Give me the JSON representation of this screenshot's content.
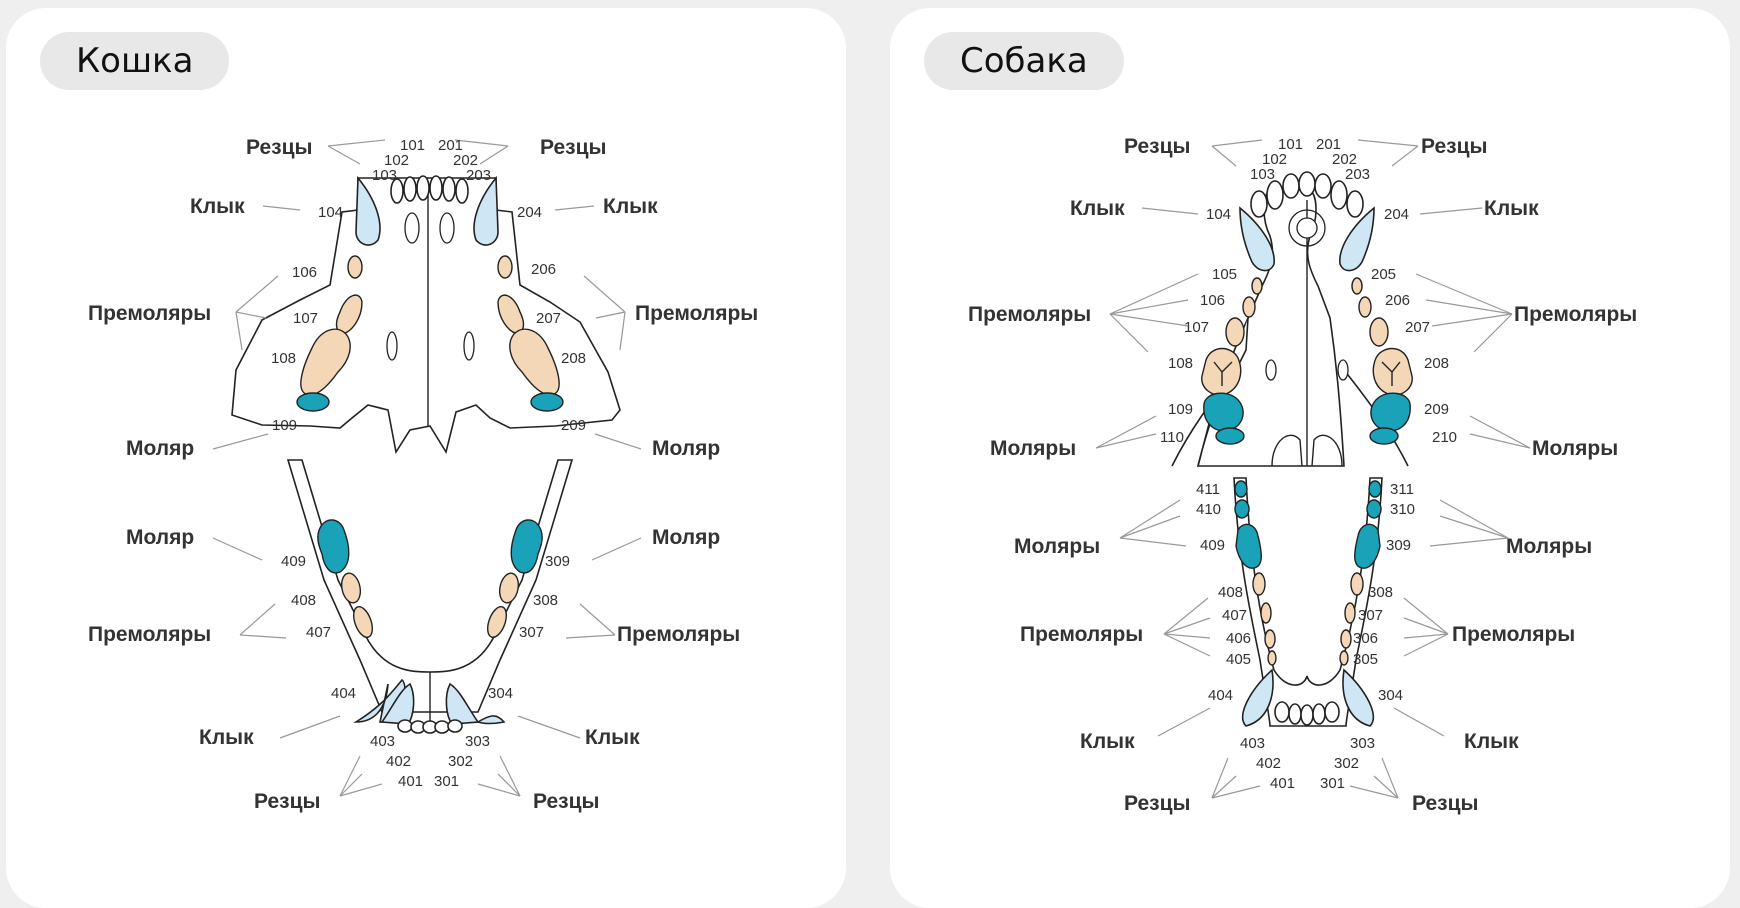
{
  "cat": {
    "title": "Кошка",
    "labels": {
      "incisors": "Резцы",
      "canine": "Клык",
      "premolars": "Премоляры",
      "molar": "Моляр"
    },
    "upper_right_numbers": [
      "101",
      "102",
      "103",
      "104",
      "106",
      "107",
      "108",
      "109"
    ],
    "upper_left_numbers": [
      "201",
      "202",
      "203",
      "204",
      "206",
      "207",
      "208",
      "209"
    ],
    "lower_left_numbers": [
      "301",
      "302",
      "303",
      "304",
      "307",
      "308",
      "309"
    ],
    "lower_right_numbers": [
      "401",
      "402",
      "403",
      "404",
      "407",
      "408",
      "409"
    ]
  },
  "dog": {
    "title": "Собака",
    "labels": {
      "incisors": "Резцы",
      "canine": "Клык",
      "premolars": "Премоляры",
      "molars": "Моляры"
    },
    "upper_right_numbers": [
      "101",
      "102",
      "103",
      "104",
      "105",
      "106",
      "107",
      "108",
      "109",
      "110"
    ],
    "upper_left_numbers": [
      "201",
      "202",
      "203",
      "204",
      "205",
      "206",
      "207",
      "208",
      "209",
      "210"
    ],
    "lower_left_numbers": [
      "301",
      "302",
      "303",
      "304",
      "305",
      "306",
      "307",
      "308",
      "309",
      "310",
      "311"
    ],
    "lower_right_numbers": [
      "401",
      "402",
      "403",
      "404",
      "405",
      "406",
      "407",
      "408",
      "409",
      "410",
      "411"
    ]
  },
  "colors": {
    "incisor": "#ffffff",
    "canine": "#cfe6f5",
    "premolar": "#f3d7b6",
    "molar": "#1aa3b8"
  },
  "icons": [
    "cat-dental-chart-icon",
    "dog-dental-chart-icon"
  ]
}
